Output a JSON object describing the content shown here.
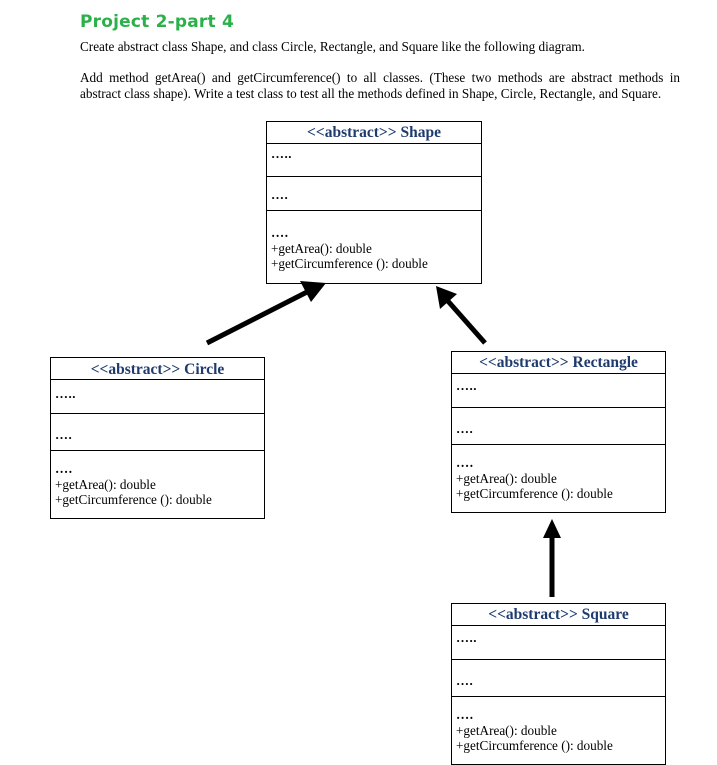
{
  "header": {
    "title": "Project 2-part 4",
    "line1": "Create abstract class Shape, and class Circle, Rectangle, and Square like the following diagram.",
    "line2": "Add method getArea() and getCircumference() to all classes.  (These two methods are abstract methods in abstract class shape). Write a test class to test all the methods defined in Shape, Circle, Rectangle, and Square."
  },
  "classes": {
    "shape": {
      "name": "<<abstract>> Shape",
      "attributes": "…..",
      "constructors": "….",
      "ops_dots": "….",
      "op1": "+getArea(): double",
      "op2": "+getCircumference (): double"
    },
    "circle": {
      "name": "<<abstract>> Circle",
      "attributes": "…..",
      "constructors": "….",
      "ops_dots": "….",
      "op1": "+getArea(): double",
      "op2": "+getCircumference (): double"
    },
    "rectangle": {
      "name": "<<abstract>> Rectangle",
      "attributes": "…..",
      "constructors": "….",
      "ops_dots": "….",
      "op1": "+getArea(): double",
      "op2": "+getCircumference (): double"
    },
    "square": {
      "name": "<<abstract>> Square",
      "attributes": "…..",
      "constructors": "….",
      "ops_dots": "….",
      "op1": "+getArea(): double",
      "op2": "+getCircumference (): double"
    }
  },
  "relations": [
    {
      "from": "Circle",
      "to": "Shape",
      "type": "inheritance"
    },
    {
      "from": "Rectangle",
      "to": "Shape",
      "type": "inheritance"
    },
    {
      "from": "Square",
      "to": "Rectangle",
      "type": "inheritance"
    }
  ],
  "colors": {
    "title": "#2bb04a",
    "class_name": "#1f3b6e"
  }
}
